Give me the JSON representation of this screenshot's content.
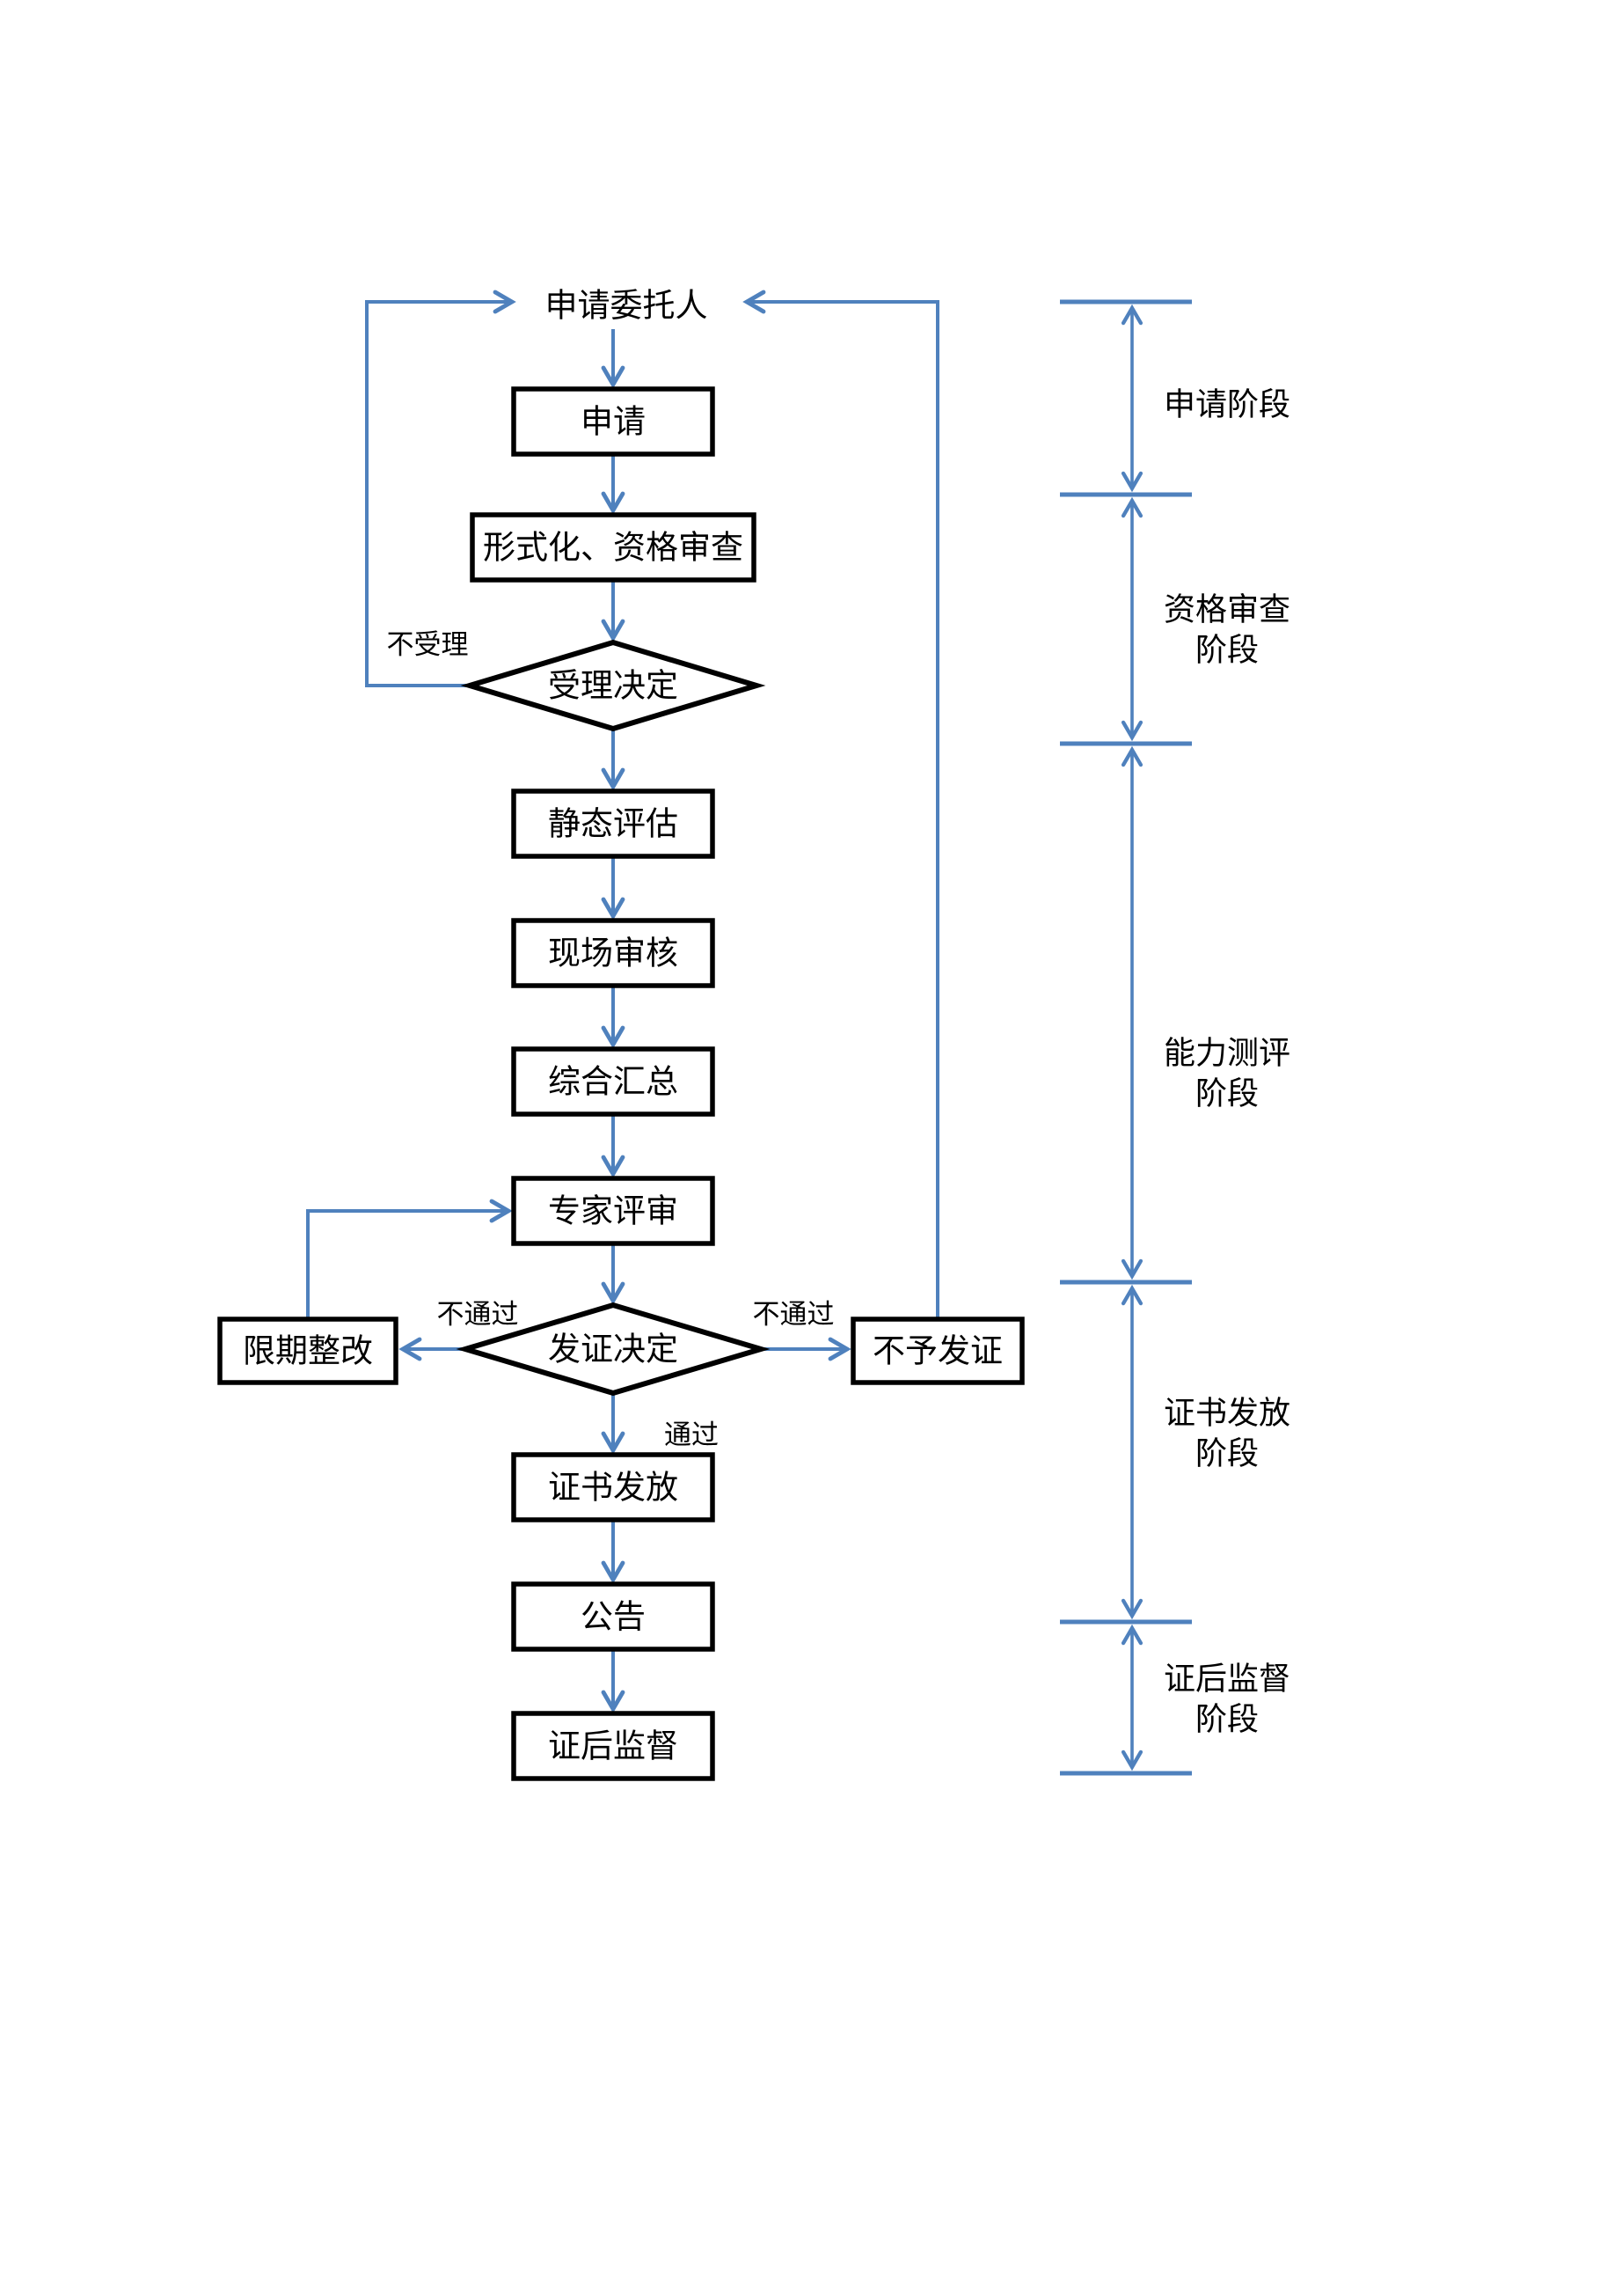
{
  "diagram": {
    "title": "certification-process-flowchart",
    "nodes": {
      "applicant": {
        "label": "申请委托人",
        "shape": "text"
      },
      "apply": {
        "label": "申请",
        "shape": "rect"
      },
      "formality_qualification_review": {
        "label": "形式化、资格审查",
        "shape": "rect"
      },
      "acceptance_decision": {
        "label": "受理决定",
        "shape": "diamond"
      },
      "static_assessment": {
        "label": "静态评估",
        "shape": "rect"
      },
      "onsite_audit": {
        "label": "现场审核",
        "shape": "rect"
      },
      "comprehensive_summary": {
        "label": "综合汇总",
        "shape": "rect"
      },
      "expert_review": {
        "label": "专家评审",
        "shape": "rect"
      },
      "certification_decision": {
        "label": "发证决定",
        "shape": "diamond"
      },
      "deadline_rectification": {
        "label": "限期整改",
        "shape": "rect"
      },
      "no_certification": {
        "label": "不予发证",
        "shape": "rect"
      },
      "certificate_issuance": {
        "label": "证书发放",
        "shape": "rect"
      },
      "announcement": {
        "label": "公告",
        "shape": "rect"
      },
      "post_certification_supervision": {
        "label": "证后监督",
        "shape": "rect"
      }
    },
    "edge_labels": {
      "not_accepted": "不受理",
      "fail_left": "不通过",
      "fail_right": "不通过",
      "pass": "通过"
    },
    "stages": [
      {
        "lines": [
          "申请阶段",
          ""
        ]
      },
      {
        "lines": [
          "资格审查",
          "阶段"
        ]
      },
      {
        "lines": [
          "能力测评",
          "阶段"
        ]
      },
      {
        "lines": [
          "证书发放",
          "阶段"
        ]
      },
      {
        "lines": [
          "证后监督",
          "阶段"
        ]
      }
    ],
    "colors": {
      "connector": "#4F81BD",
      "shape_border": "#000000",
      "text": "#000000",
      "background": "#FFFFFF"
    }
  }
}
